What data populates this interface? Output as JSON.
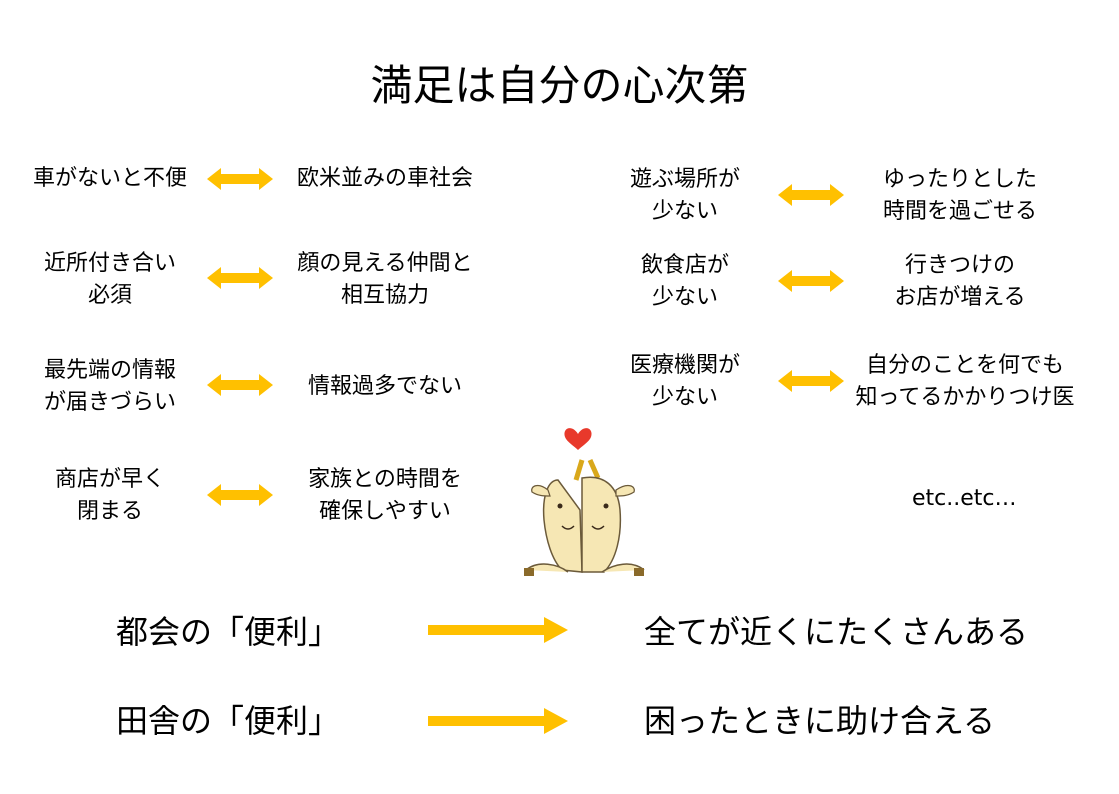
{
  "title": "満足は自分の心次第",
  "left_pairs": [
    {
      "left": [
        "車がないと不便"
      ],
      "right": [
        "欧米並みの車社会"
      ]
    },
    {
      "left": [
        "近所付き合い",
        "必須"
      ],
      "right": [
        "顔の見える仲間と",
        "相互協力"
      ]
    },
    {
      "left": [
        "最先端の情報",
        "が届きづらい"
      ],
      "right": [
        "情報過多でない"
      ]
    },
    {
      "left": [
        "商店が早く",
        "閉まる"
      ],
      "right": [
        "家族との時間を",
        "確保しやすい"
      ]
    }
  ],
  "right_pairs": [
    {
      "left": [
        "遊ぶ場所が",
        "少ない"
      ],
      "right": [
        "ゆったりとした",
        "時間を過ごせる"
      ]
    },
    {
      "left": [
        "飲食店が",
        "少ない"
      ],
      "right": [
        "行きつけの",
        "お店が増える"
      ]
    },
    {
      "left": [
        "医療機関が",
        "少ない"
      ],
      "right": [
        "自分のことを何でも",
        "知ってるかかりつけ医"
      ]
    }
  ],
  "etc": "etc..etc…",
  "bottom": [
    {
      "label": "都会の「便利」",
      "result": "全てが近くにたくさんある"
    },
    {
      "label": "田舎の「便利」",
      "result": "困ったときに助け合える"
    }
  ],
  "colors": {
    "arrow": "#FFC000",
    "text": "#000000"
  }
}
